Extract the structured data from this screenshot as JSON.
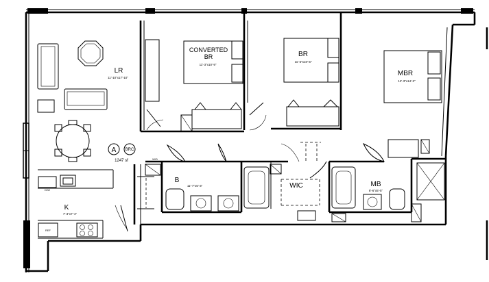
{
  "plan": {
    "unit_code": {
      "letter": "A",
      "suffix": "BRC",
      "area": "1247 sf"
    },
    "rooms": {
      "lr": {
        "name": "LR",
        "dims": "11'-10\"x17'-10\""
      },
      "converted_br": {
        "name_line1": "CONVERTED",
        "name_line2": "BR",
        "dims": "11'-3\"x10'-9\""
      },
      "br": {
        "name": "BR",
        "dims": "11'-6\"x10'-5\""
      },
      "mbr": {
        "name": "MBR",
        "dims": "12'-3\"x14'-3\""
      },
      "b": {
        "name": "B",
        "dims": "11'-7\"x5'-3\""
      },
      "wic": {
        "name": "WIC"
      },
      "mb": {
        "name": "MB",
        "dims": "8'-6\"x5'-5\""
      },
      "k": {
        "name": "K",
        "dims": "7'-3\"x7'-4\""
      }
    },
    "fixtures": {
      "dw": "D/W",
      "ref": "REF",
      "wd": "W/D"
    }
  }
}
